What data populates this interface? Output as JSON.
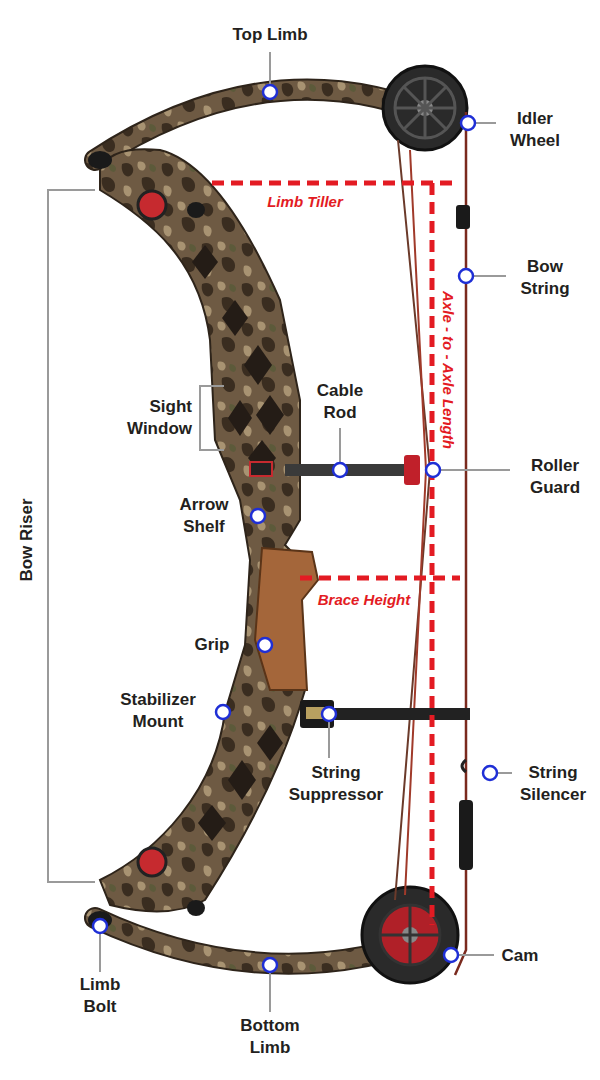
{
  "diagram": {
    "labels": [
      "Top Limb",
      "Idler Wheel",
      "Limb Tiller",
      "Bow String",
      "Axle - to - Axle Length",
      "Sight Window",
      "Cable Rod",
      "Roller Guard",
      "Arrow Shelf",
      "Bow Riser",
      "Brace Height",
      "Grip",
      "Stabilizer Mount",
      "String Suppressor",
      "String Silencer",
      "Limb Bolt",
      "Bottom Limb",
      "Cam"
    ]
  }
}
